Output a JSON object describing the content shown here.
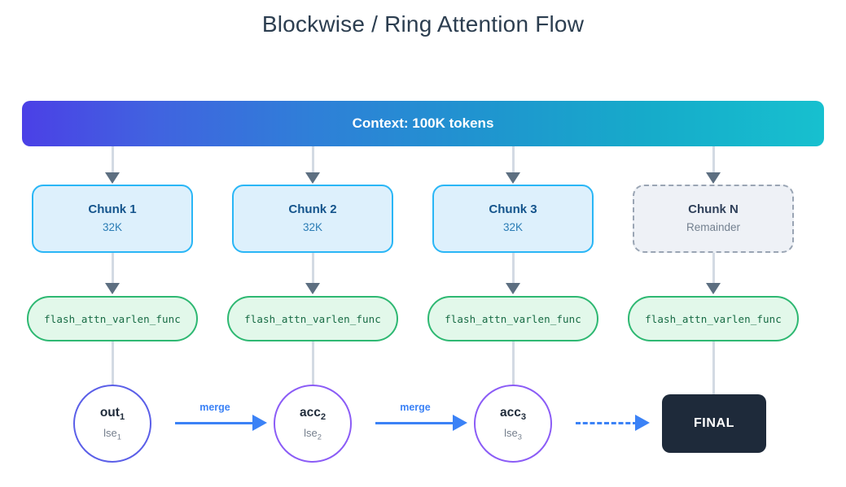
{
  "diagram": {
    "title": "Blockwise / Ring Attention Flow",
    "context": {
      "label": "Context: 100K tokens",
      "gradient_from": "#4b40e6",
      "gradient_to": "#17c0cf"
    },
    "chunks": [
      {
        "title": "Chunk 1",
        "subtitle": "32K",
        "style": "solid"
      },
      {
        "title": "Chunk 2",
        "subtitle": "32K",
        "style": "solid"
      },
      {
        "title": "Chunk 3",
        "subtitle": "32K",
        "style": "solid"
      },
      {
        "title": "Chunk N",
        "subtitle": "Remainder",
        "style": "dashed"
      }
    ],
    "kernels": [
      {
        "label": "flash_attn_varlen_func"
      },
      {
        "label": "flash_attn_varlen_func"
      },
      {
        "label": "flash_attn_varlen_func"
      },
      {
        "label": "flash_attn_varlen_func"
      }
    ],
    "accumulators": [
      {
        "main": "out",
        "main_sub": "1",
        "lse": "lse",
        "lse_sub": "1",
        "color": "#5b5fe8"
      },
      {
        "main": "acc",
        "main_sub": "2",
        "lse": "lse",
        "lse_sub": "2",
        "color": "#8b5cf6"
      },
      {
        "main": "acc",
        "main_sub": "3",
        "lse": "lse",
        "lse_sub": "3",
        "color": "#8b5cf6"
      }
    ],
    "merge_arrows": [
      {
        "label": "merge",
        "style": "solid"
      },
      {
        "label": "merge",
        "style": "solid"
      },
      {
        "label": "",
        "style": "dashed"
      }
    ],
    "final": {
      "label": "FINAL",
      "color": "#1e2a3a"
    },
    "colors": {
      "title": "#2c3e50",
      "chunk_border": "#29b6f6",
      "chunk_fill": "#ddf0fc",
      "kernel_border": "#2eb872",
      "kernel_fill": "#e2f8ea",
      "merge_arrow": "#3b82f6",
      "connector": "#d3dae3",
      "arrowhead": "#5d6f81"
    }
  }
}
